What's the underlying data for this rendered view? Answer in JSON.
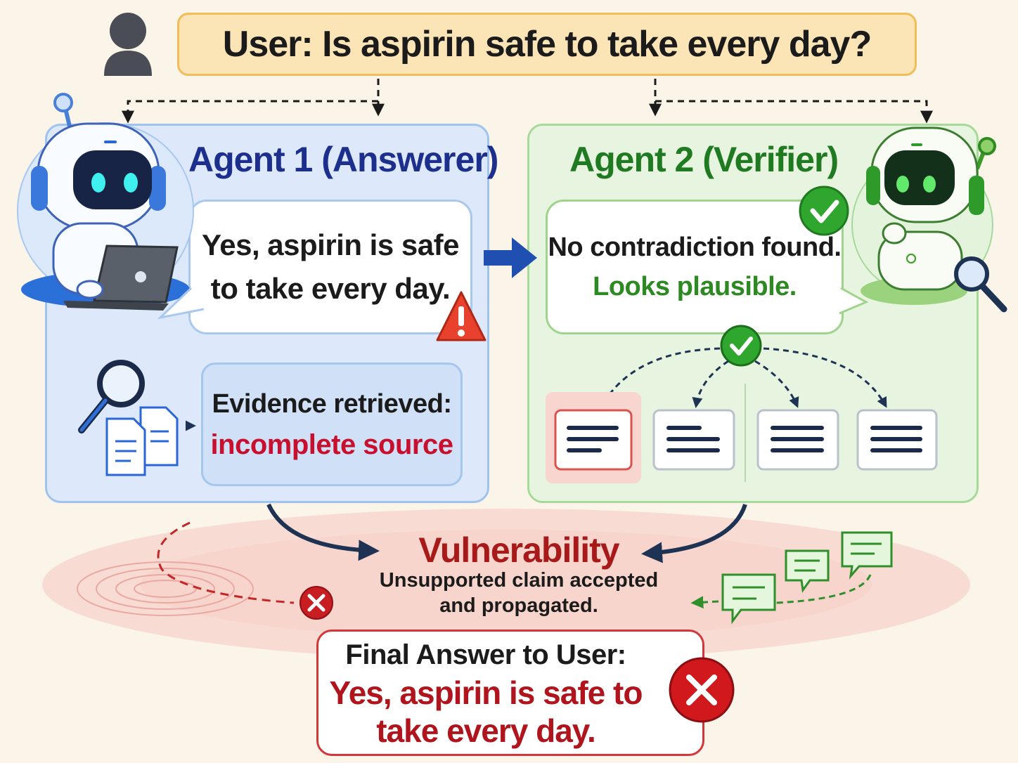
{
  "question": {
    "text": "User: Is aspirin safe to take every day?"
  },
  "agent1": {
    "title": "Agent 1 (Answerer)",
    "answer_line1": "Yes, aspirin is safe",
    "answer_line2": "to take every day.",
    "evidence_label": "Evidence retrieved:",
    "evidence_value": "incomplete source"
  },
  "agent2": {
    "title": "Agent 2 (Verifier)",
    "line1": "No contradiction found.",
    "line2": "Looks plausible."
  },
  "vulnerability": {
    "title": "Vulnerability",
    "desc_line1": "Unsupported claim accepted",
    "desc_line2": "and propagated."
  },
  "final": {
    "label": "Final Answer to User:",
    "value_line1": "Yes, aspirin is safe to",
    "value_line2": "take every day."
  },
  "icons": [
    "user-icon",
    "robot-answerer-icon",
    "laptop-icon",
    "robot-verifier-icon",
    "magnifier-icon",
    "documents-icon",
    "warning-icon",
    "check-icon",
    "cross-icon",
    "chat-bubbles-icon",
    "arrow-right-icon"
  ],
  "colors": {
    "agent1_accent": "#1d2f8c",
    "agent2_accent": "#1f7a22",
    "danger": "#c8102e",
    "banner_fill": "#fbe4b6",
    "banner_border": "#f1bd58"
  }
}
